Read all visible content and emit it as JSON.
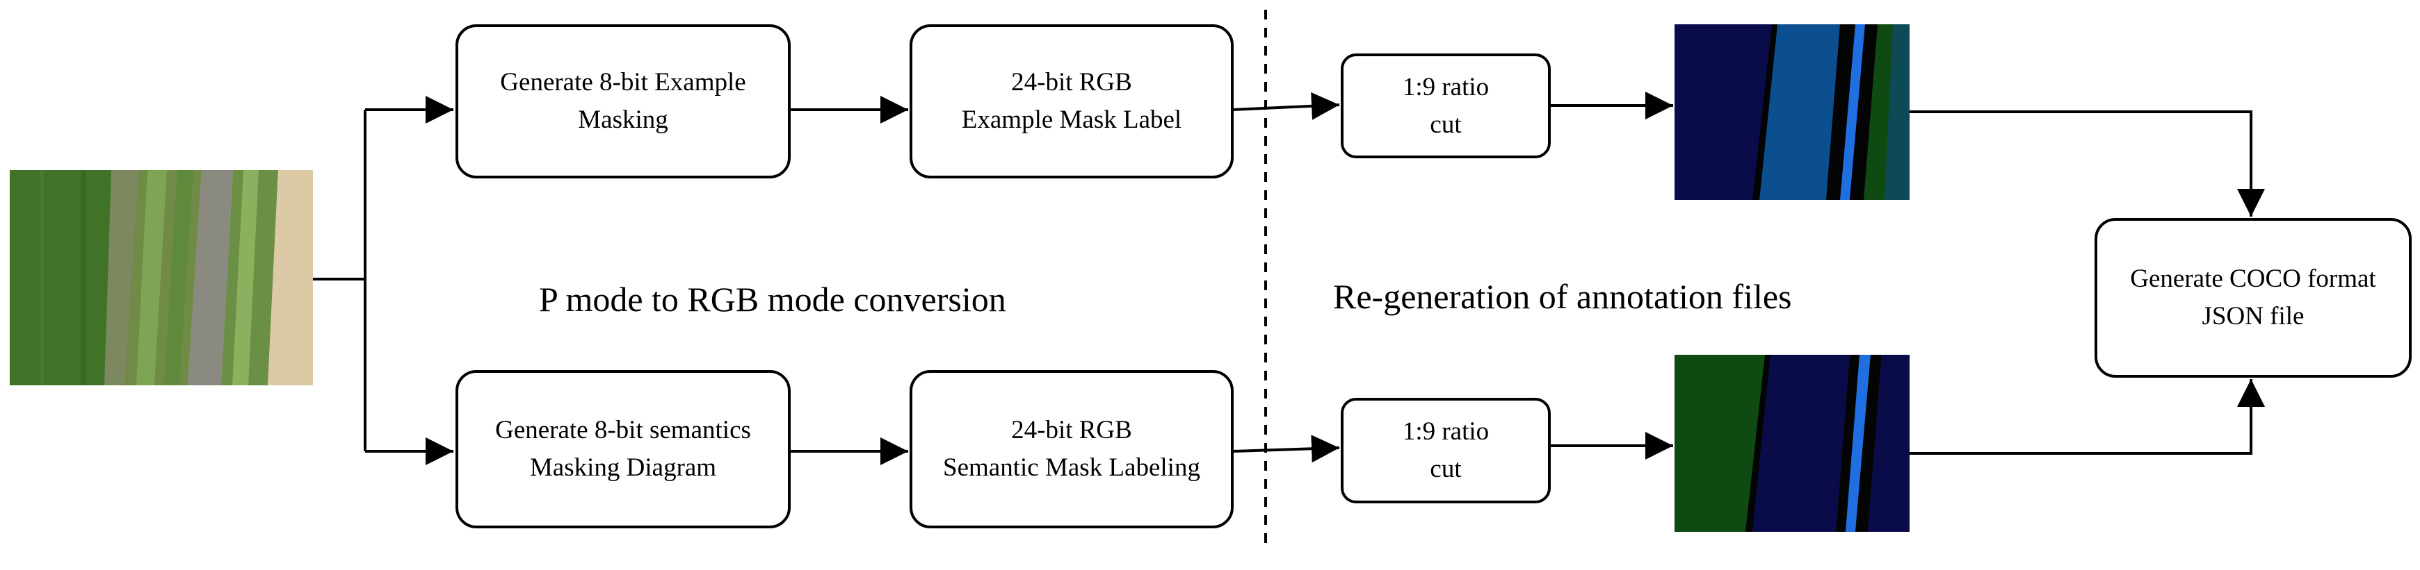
{
  "instance_branch": {
    "generate_box": [
      "Generate 8-bit Example",
      "Masking"
    ],
    "rgb_box": [
      "24-bit RGB",
      "Example Mask Label"
    ],
    "cut_box": [
      "1:9 ratio",
      "cut"
    ]
  },
  "semantic_branch": {
    "generate_box": [
      "Generate 8-bit semantics",
      "Masking Diagram"
    ],
    "rgb_box": [
      "24-bit RGB",
      "Semantic Mask Labeling"
    ],
    "cut_box": [
      "1:9 ratio",
      "cut"
    ]
  },
  "sections": {
    "left": "P mode to RGB mode conversion",
    "right": "Re-generation of annotation files"
  },
  "output_box": [
    "Generate COCO format",
    "JSON file"
  ],
  "colors": {
    "mask_navy": "#0a0c4a",
    "mask_blue": "#0b4f8f",
    "mask_bright_blue": "#1f6fe0",
    "mask_green": "#0e4a12",
    "mask_teal": "#0e4a55",
    "mask_black": "#040404"
  }
}
